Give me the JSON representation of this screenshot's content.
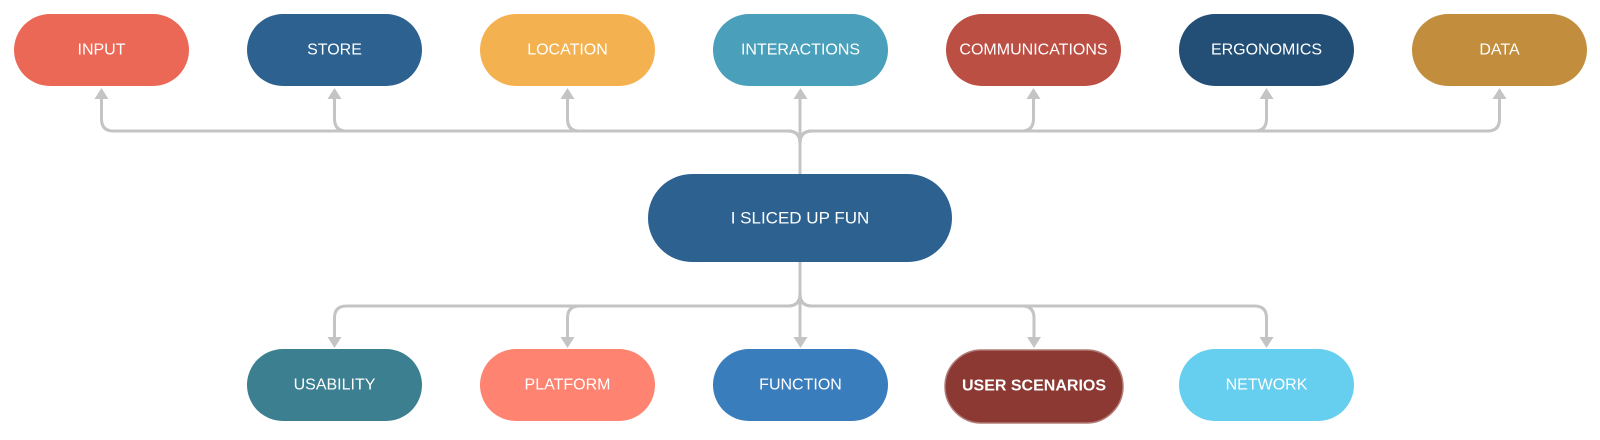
{
  "center": {
    "label": "I SLICED UP FUN",
    "color": "#2c6190"
  },
  "top_nodes": [
    {
      "label": "INPUT",
      "color": "#eb6856"
    },
    {
      "label": "STORE",
      "color": "#2c6190"
    },
    {
      "label": "LOCATION",
      "color": "#f3b24f"
    },
    {
      "label": "INTERACTIONS",
      "color": "#4aa0ba"
    },
    {
      "label": "COMMUNICATIONS",
      "color": "#bc4f43"
    },
    {
      "label": "ERGONOMICS",
      "color": "#234f76"
    },
    {
      "label": "DATA",
      "color": "#c28e3e"
    }
  ],
  "bottom_nodes": [
    {
      "label": "USABILITY",
      "color": "#3b7f91"
    },
    {
      "label": "PLATFORM",
      "color": "#fe8370"
    },
    {
      "label": "FUNCTION",
      "color": "#3a7dbd"
    },
    {
      "label": "USER SCENARIOS",
      "color": "#8c3833",
      "bold": true
    },
    {
      "label": "NETWORK",
      "color": "#66cfef"
    }
  ],
  "connector_color": "#c4c4c4"
}
